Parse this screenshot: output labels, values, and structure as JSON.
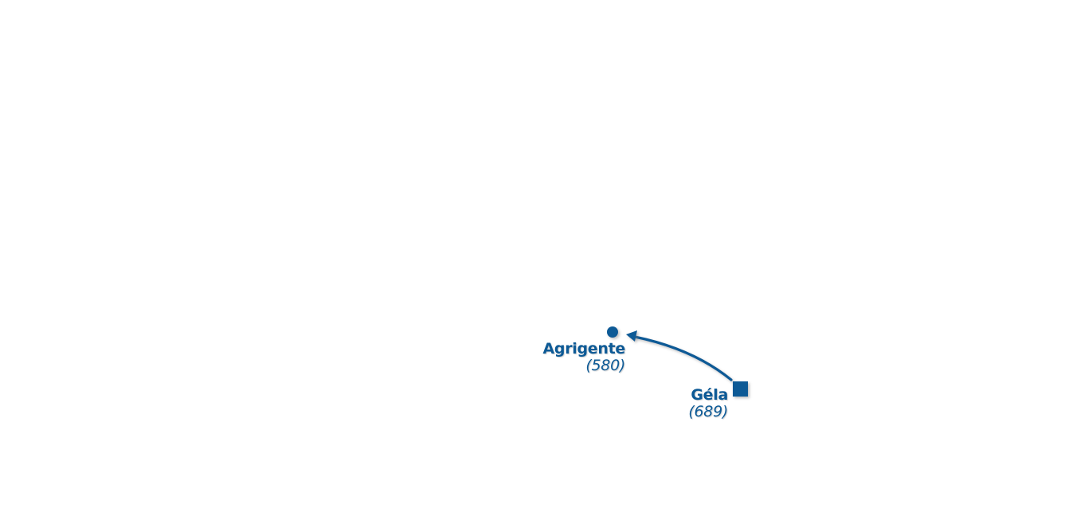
{
  "colors": {
    "marker": "#0d5a96",
    "background": "#ffffff"
  },
  "places": {
    "agrigente": {
      "name": "Agrigente",
      "date": "(580)",
      "symbol": "circle"
    },
    "gela": {
      "name": "Géla",
      "date": "(689)",
      "symbol": "square"
    }
  },
  "route": {
    "from": "Géla",
    "to": "Agrigente",
    "style": "curved-arrow"
  }
}
